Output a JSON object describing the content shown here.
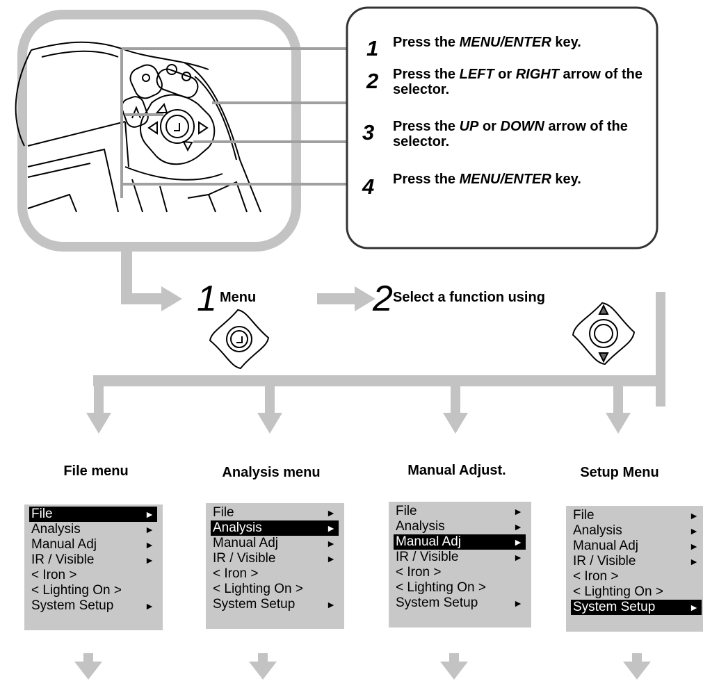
{
  "steps": [
    {
      "num": "1",
      "pre": "Press the ",
      "key": "MENU/ENTER",
      "post": " key."
    },
    {
      "num": "2",
      "pre": "Press the ",
      "key": "LEFT",
      "mid": " or ",
      "key2": "RIGHT",
      "post": " arrow of the selector."
    },
    {
      "num": "3",
      "pre": "Press the ",
      "key": "UP",
      "mid": " or ",
      "key2": "DOWN",
      "post": " arrow of the selector."
    },
    {
      "num": "4",
      "pre": "Press the ",
      "key": "MENU/ENTER",
      "post": " key."
    }
  ],
  "flow": {
    "step1_num": "1",
    "step1_label": "Menu",
    "step2_num": "2",
    "step2_label": "Select a function using"
  },
  "menu_items": [
    {
      "label": "File",
      "arrow": "►"
    },
    {
      "label": "Analysis",
      "arrow": "►"
    },
    {
      "label": "Manual Adj",
      "arrow": "►"
    },
    {
      "label": "IR / Visible",
      "arrow": "►"
    },
    {
      "label": "< Iron >",
      "arrow": ""
    },
    {
      "label": "< Lighting On >",
      "arrow": ""
    },
    {
      "label": "System Setup",
      "arrow": "►"
    }
  ],
  "menus": [
    {
      "title": "File menu",
      "selected_index": 0
    },
    {
      "title": "Analysis menu",
      "selected_index": 1
    },
    {
      "title": "Manual Adjust.",
      "selected_index": 2
    },
    {
      "title": "Setup Menu",
      "selected_index": 6
    }
  ],
  "colors": {
    "connector": "#c3c3c3",
    "line": "#a0a0a0",
    "menu_bg": "#c8c8c8",
    "highlight": "#000000"
  }
}
